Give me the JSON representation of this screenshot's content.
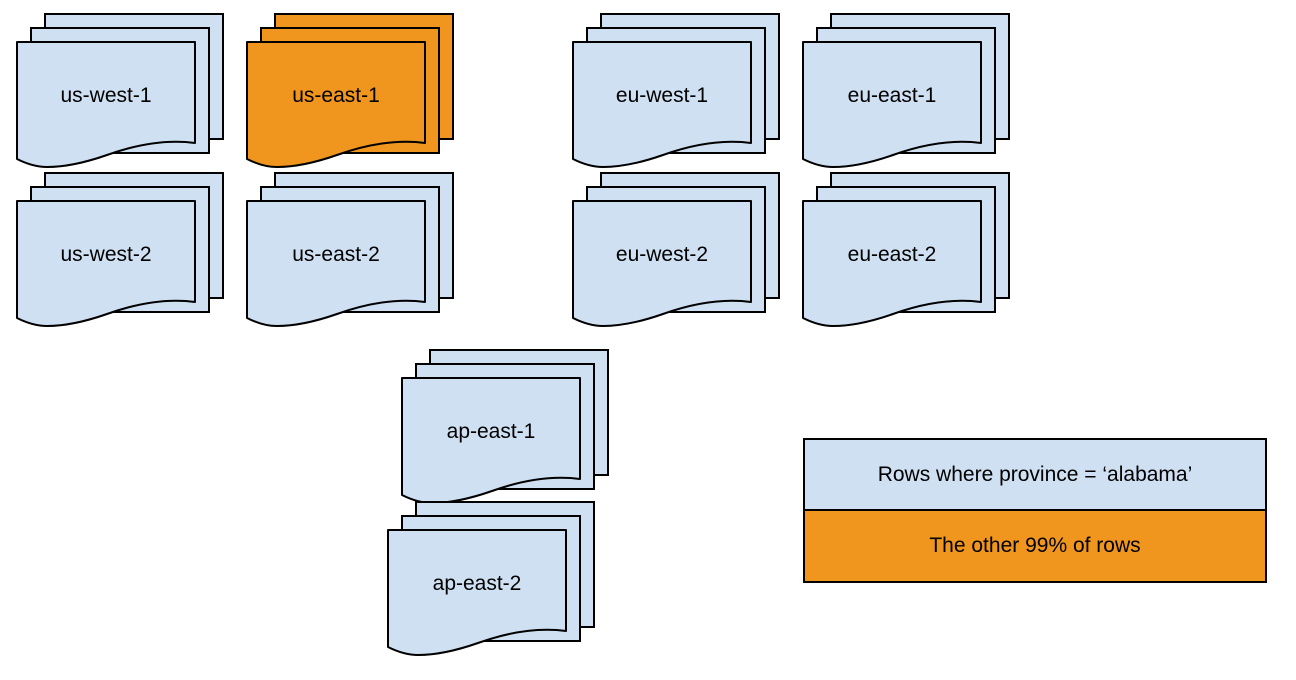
{
  "diagram": {
    "description_colors": {
      "document_fill_blue": "#CFE0F2",
      "document_fill_orange": "#F0961E",
      "outline": "#000000",
      "background": "#FFFFFF"
    }
  },
  "stacks": [
    {
      "label": "us-west-1",
      "variant": "blue"
    },
    {
      "label": "us-east-1",
      "variant": "orange"
    },
    {
      "label": "eu-west-1",
      "variant": "blue"
    },
    {
      "label": "eu-east-1",
      "variant": "blue"
    },
    {
      "label": "us-west-2",
      "variant": "blue"
    },
    {
      "label": "us-east-2",
      "variant": "blue"
    },
    {
      "label": "eu-west-2",
      "variant": "blue"
    },
    {
      "label": "eu-east-2",
      "variant": "blue"
    },
    {
      "label": "ap-east-1",
      "variant": "blue"
    },
    {
      "label": "ap-east-2",
      "variant": "blue"
    }
  ],
  "legend": {
    "items": [
      {
        "label": "Rows where province = ‘alabama’",
        "variant": "blue"
      },
      {
        "label": "The other 99% of rows",
        "variant": "orange"
      }
    ]
  }
}
